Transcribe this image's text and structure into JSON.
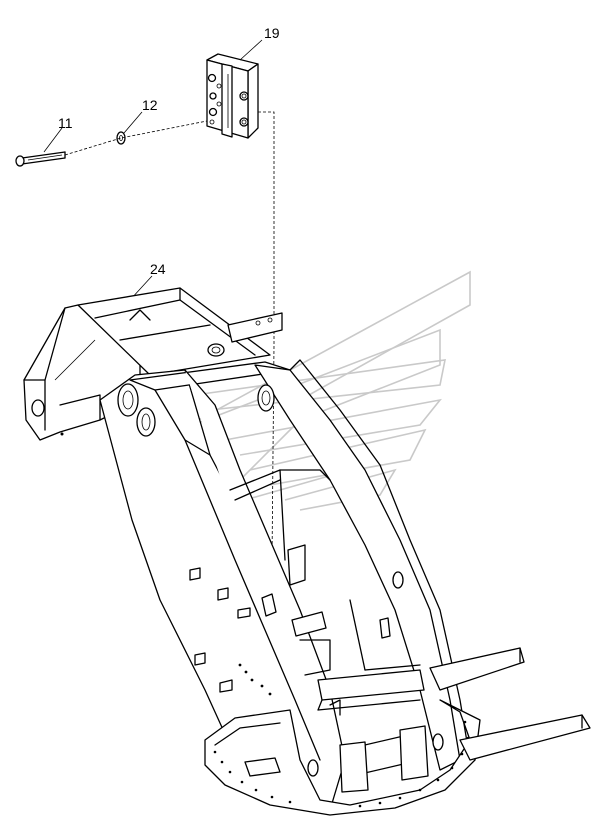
{
  "callouts": {
    "c11": "11",
    "c12": "12",
    "c19": "19",
    "c24": "24"
  },
  "colors": {
    "line": "#000000",
    "watermark": "#c9c9c9",
    "background": "#ffffff"
  }
}
